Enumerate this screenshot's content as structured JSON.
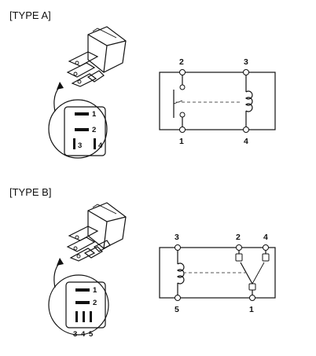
{
  "type_a": {
    "title": "[TYPE A]",
    "socket_pins": [
      "1",
      "2",
      "3",
      "4"
    ],
    "terminals_top": [
      "2",
      "3"
    ],
    "terminals_bottom": [
      "1",
      "4"
    ]
  },
  "type_b": {
    "title": "[TYPE B]",
    "socket_pins_side": [
      "1",
      "2"
    ],
    "socket_pins_bottom": [
      "3",
      "4",
      "5"
    ],
    "terminals_top": [
      "3",
      "2",
      "4"
    ],
    "terminals_bottom": [
      "5",
      "1"
    ]
  }
}
